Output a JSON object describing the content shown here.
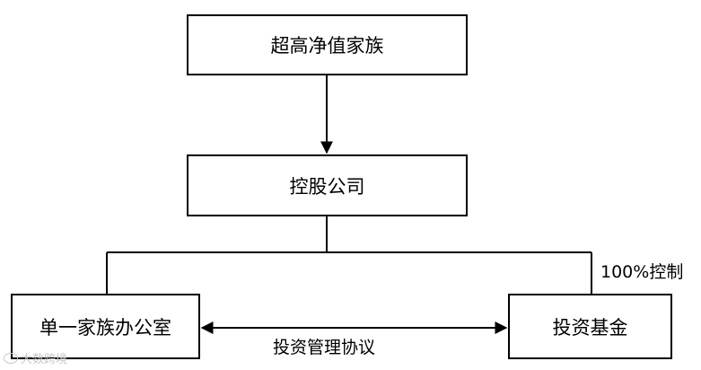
{
  "nodes": {
    "top": "超高净值家族",
    "middle": "控股公司",
    "left": "单一家族办公室",
    "right": "投资基金"
  },
  "edges": {
    "control_label": "100%控制",
    "agreement_label": "投资管理协议"
  },
  "watermark": {
    "text": "大数跨境"
  },
  "colors": {
    "stroke": "#000000",
    "background": "#ffffff",
    "watermark": "#c8c8c8"
  }
}
